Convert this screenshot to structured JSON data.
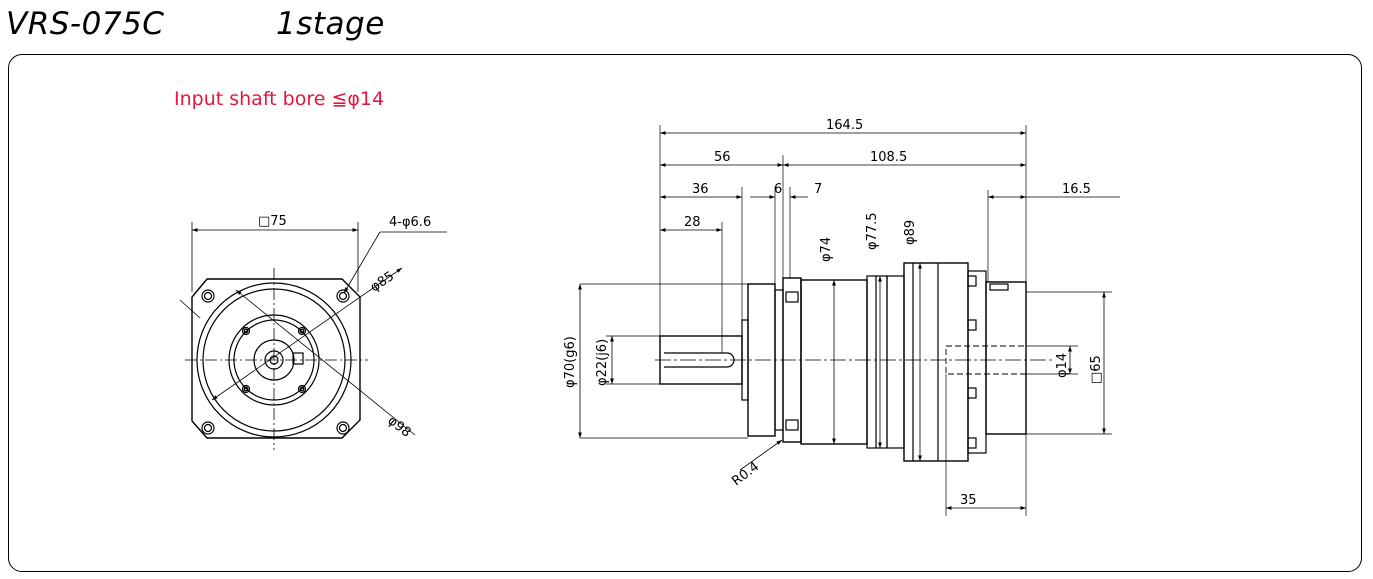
{
  "header": {
    "model": "VRS-075C",
    "stage": "1stage"
  },
  "note": "Input shaft bore  ≦φ14",
  "front_view": {
    "square": "□75",
    "holes": "4-φ6.6",
    "pcd": "φ85",
    "outer": "φ98"
  },
  "side_view": {
    "overall": "164.5",
    "left_len": "56",
    "right_len": "108.5",
    "l36": "36",
    "l6": "6",
    "l7": "7",
    "l28": "28",
    "l16_5": "16.5",
    "d74": "φ74",
    "d77_5": "φ77.5",
    "d89": "φ89",
    "d70": "φ70(g6)",
    "d22": "φ22(j6)",
    "d14": "φ14",
    "sq65": "□65",
    "l35": "35",
    "r04": "R0.4"
  },
  "colors": {
    "note": "#e3163e",
    "line": "#000000"
  }
}
